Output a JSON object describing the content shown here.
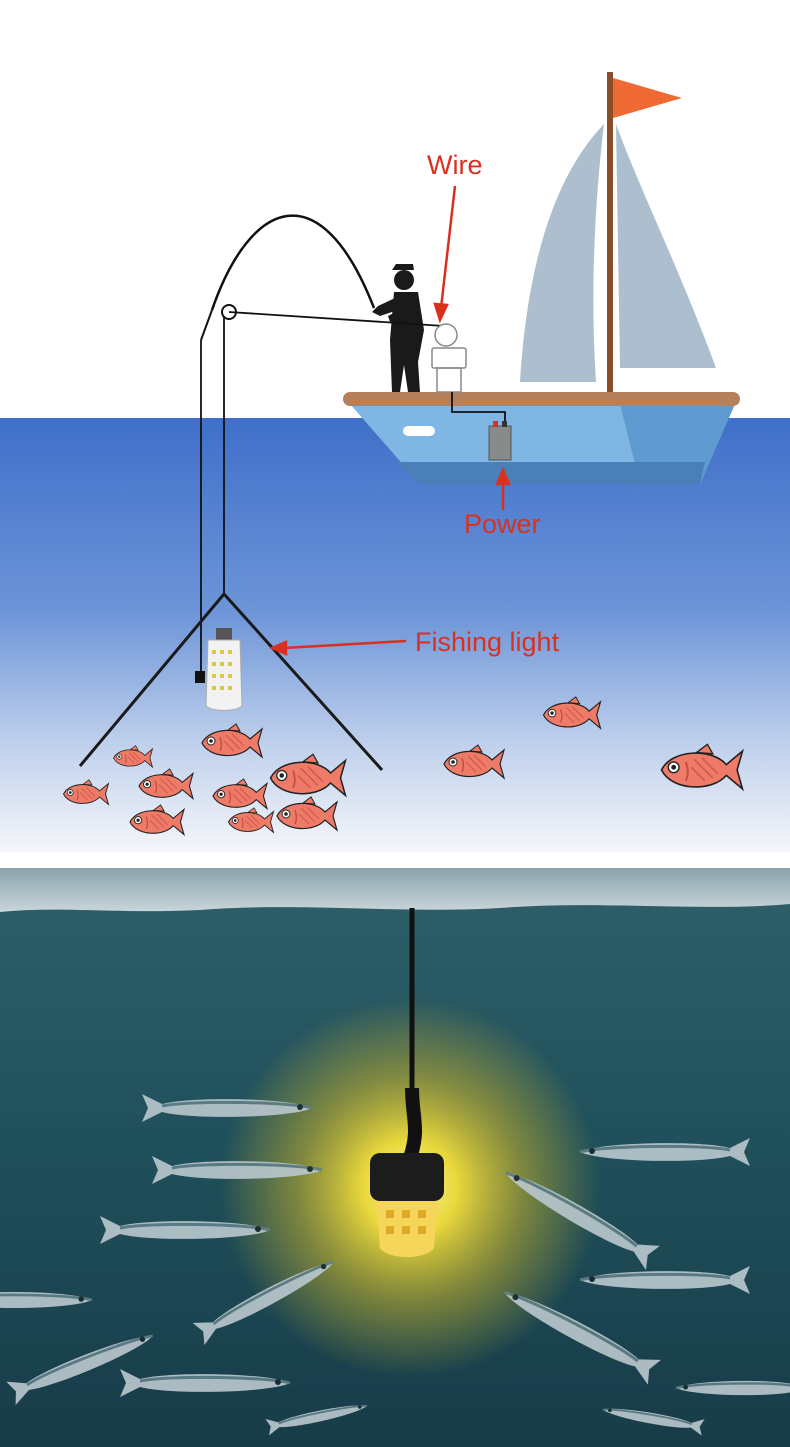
{
  "labels": {
    "wire": "Wire",
    "power": "Power",
    "fishing_light": "Fishing light"
  },
  "colors": {
    "label_red": "#d9301f",
    "sky": "#ffffff",
    "water_top": "#3f6fc9",
    "water_bottom": "#f4f6fa",
    "fish": "#ee7b68",
    "boat_hull": "#7fb6e3",
    "boat_deck": "#b5805a",
    "flag": "#f06a36",
    "sail": "#9fb4c6",
    "underwater": "#1f4f5a",
    "glow": "#f3df3a"
  },
  "icons": [
    "fisherman-silhouette",
    "sailboat",
    "battery-icon",
    "fishing-light-bulb",
    "fish-icon",
    "underwater-led-light"
  ]
}
